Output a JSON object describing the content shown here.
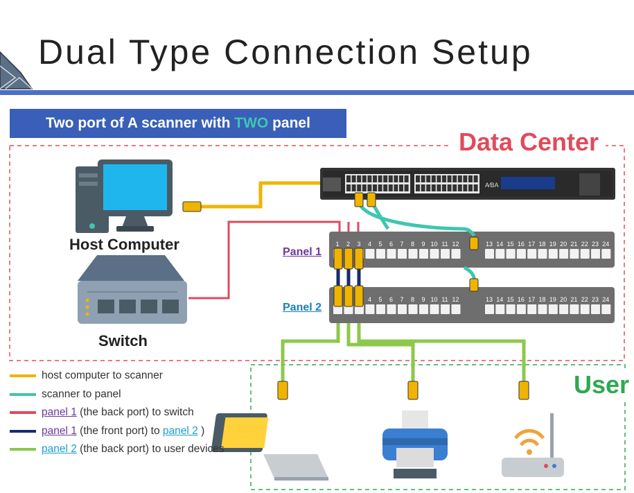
{
  "title": "Dual Type Connection Setup",
  "subtitle": {
    "prefix": "Two port of A scanner with ",
    "highlight": "TWO",
    "suffix": " panel"
  },
  "labels": {
    "data_center": "Data Center",
    "user": "User",
    "host_computer": "Host Computer",
    "switch": "Switch",
    "panel1": "Panel 1",
    "panel2": "Panel 2"
  },
  "legend": [
    {
      "color": "#f0b400",
      "parts": [
        {
          "t": "host computer to scanner"
        }
      ]
    },
    {
      "color": "#3ec6b0",
      "parts": [
        {
          "t": "scanner to panel"
        }
      ]
    },
    {
      "color": "#e04b5c",
      "parts": [
        {
          "t": "panel 1",
          "link": "p1"
        },
        {
          "t": " (the back port) to switch"
        }
      ]
    },
    {
      "color": "#1a2a6c",
      "parts": [
        {
          "t": "panel 1",
          "link": "p1"
        },
        {
          "t": " (the front port) to "
        },
        {
          "t": "panel 2",
          "link": "p2"
        },
        {
          "t": " )"
        }
      ]
    },
    {
      "color": "#8cc84b",
      "parts": [
        {
          "t": "panel 2",
          "link": "p2"
        },
        {
          "t": " (the back port) to user devices"
        }
      ]
    }
  ],
  "panel_ports": [
    "1",
    "2",
    "3",
    "4",
    "5",
    "6",
    "7",
    "8",
    "9",
    "10",
    "11",
    "12",
    "13",
    "14",
    "15",
    "16",
    "17",
    "18",
    "19",
    "20",
    "21",
    "22",
    "23",
    "24"
  ],
  "scanner_brand": "A⁄BA",
  "colors": {
    "yellow": "#f0b400",
    "teal": "#3ec6b0",
    "red": "#e04b5c",
    "navy": "#1a2a6c",
    "green": "#8cc84b"
  },
  "icons": [
    "logo-icon",
    "desktop-computer-icon",
    "network-switch-icon",
    "laptop-icon",
    "printer-icon",
    "wifi-router-icon",
    "rj45-plug-icon"
  ]
}
